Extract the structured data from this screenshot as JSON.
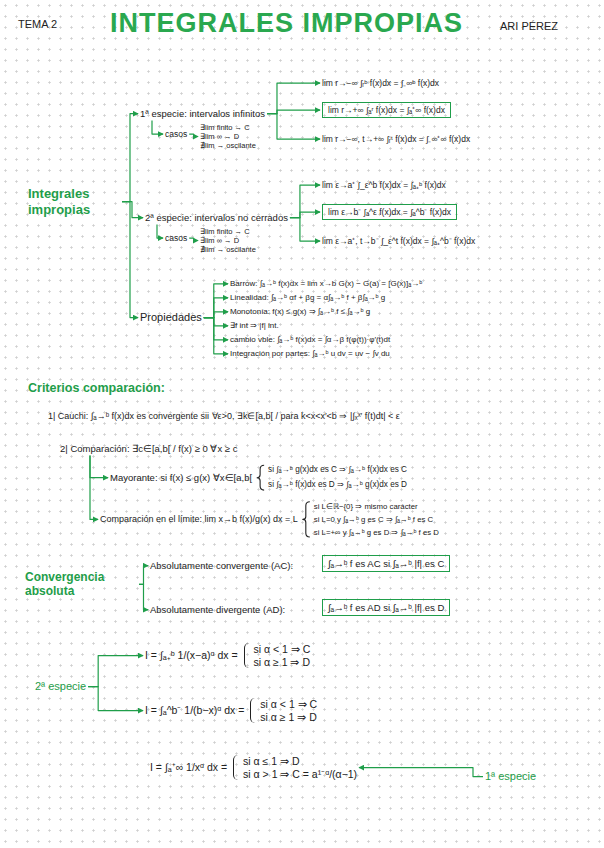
{
  "diagram": {
    "title": "INTEGRALES IMPROPIAS",
    "nodes": [
      {
        "text": [
          "Integrales impropias"
        ]
      },
      {
        "text": [
          "1ª especie: intervalos infinitos"
        ]
      },
      {
        "text": [
          "lim r→−∞ ∫ᵣᵇ f(x)dx = ∫₋∞ᵇ f(x)dx"
        ]
      },
      {
        "text": [
          "lim r→+∞ ∫ₐʳ f(x)dx = ∫ₐ⁺∞ f(x)dx"
        ]
      },
      {
        "text": [
          "lim r→−∞, t→+∞ ∫ᵣᵗ f(x)dx = ∫₋∞⁺∞ f(x)dx"
        ]
      },
      {
        "text": [
          "casos"
        ]
      },
      {
        "text": [
          "∃lim finito → C",
          "∃lim ∞ → D",
          "∄lim → oscilante"
        ]
      },
      {
        "text": [
          "2ª especie: intervalos no cerrados"
        ]
      },
      {
        "text": [
          "lim ε→a⁺ ∫_ε^b f(x)dx = ∫ₐ₊ᵇ f(x)dx"
        ]
      },
      {
        "text": [
          "lim ε→b⁻ ∫ₐ^ε f(x)dx = ∫ₐ^b⁻ f(x)dx"
        ]
      },
      {
        "text": [
          "lim ε→a⁺, t→b⁻ ∫_ε^t f(x)dx = ∫ₐ₊^b⁻ f(x)dx"
        ]
      },
      {
        "text": [
          "casos"
        ]
      },
      {
        "text": [
          "∃lim finito → C",
          "∃lim ∞ → D",
          "∄lim → oscilante"
        ]
      },
      {
        "text": [
          "Propiedades"
        ]
      },
      {
        "text": [
          "Barrow: ∫ₐ→ᵇ f(x)dx = lim x→b G(x) − G(a) = [G(x)]ₐ→ᵇ"
        ]
      },
      {
        "text": [
          "Linealidad: ∫ₐ→ᵇ αf + βg = α∫ₐ→ᵇ f + β∫ₐ→ᵇ g"
        ]
      },
      {
        "text": [
          "Monotonía: f(x) ≤ g(x) ⇒ ∫ₐ→ᵇ f ≤ ∫ₐ→ᵇ g"
        ]
      },
      {
        "text": [
          "∃f int ⇒ |f| int."
        ]
      },
      {
        "text": [
          "cambio vble: ∫ₐ→ᵇ f(x)dx = ∫α→β f(φ(t))·φ′(t)dt"
        ]
      },
      {
        "text": [
          "Integración por partes: ∫ₐ→ᵇ u dv = uv − ∫v du"
        ]
      },
      {
        "text": [
          "2| Comparación: ∃c∈[a,b[ / f(x) ≥ 0 ∀x ≥ c"
        ]
      },
      {
        "text": [
          "Mayorante: si f(x) ≤ g(x) ∀x∈[a,b["
        ]
      },
      {
        "text": [
          "Comparación en el límite: lim x→b f(x)/g(x) dx = L"
        ]
      },
      {
        "text": [
          "Convergencia absoluta"
        ]
      },
      {
        "text": [
          "Absolutamente convergente (AC):"
        ]
      },
      {
        "text": [
          "∫ₐ→ᵇ f es AC si ∫ₐ→ᵇ |f| es C"
        ]
      },
      {
        "text": [
          "Absolutamente divergente (AD):"
        ]
      },
      {
        "text": [
          "∫ₐ→ᵇ f es AD si ∫ₐ→ᵇ |f| es D"
        ]
      },
      {
        "text": [
          "I = ∫ₐ₊ᵇ 1/(x−a)ᵅ dx =",
          "si α < 1 ⇒ C",
          "si α ≥ 1 ⇒ D"
        ]
      },
      {
        "text": [
          "I = ∫ₐ^b⁻ 1/(b−x)ᵅ dx =",
          "si α < 1 ⇒ C",
          "si α ≥ 1 ⇒ D"
        ]
      },
      {
        "text": [
          "I = ∫ₐ⁺∞ 1/xᵅ dx =",
          "si α ≤ 1 ⇒ D",
          "si α > 1 ⇒ C = a¹⁻ᵅ/(α−1)"
        ]
      },
      {
        "text": [
          "2ª especie"
        ]
      },
      {
        "text": [
          "1ª especie"
        ]
      }
    ],
    "edges": [
      {
        "from": 0,
        "to": 1,
        "arrow": "to"
      },
      {
        "from": 0,
        "to": 7,
        "arrow": "to"
      },
      {
        "from": 0,
        "to": 13,
        "arrow": "to"
      },
      {
        "from": 1,
        "to": 2,
        "arrow": "to"
      },
      {
        "from": 1,
        "to": 3,
        "arrow": "to"
      },
      {
        "from": 1,
        "to": 4,
        "arrow": "to"
      },
      {
        "from": 1,
        "to": 5,
        "arrow": "to"
      },
      {
        "from": 5,
        "to": 6,
        "arrow": "to"
      },
      {
        "from": 7,
        "to": 8,
        "arrow": "to"
      },
      {
        "from": 7,
        "to": 9,
        "arrow": "to"
      },
      {
        "from": 7,
        "to": 10,
        "arrow": "to"
      },
      {
        "from": 7,
        "to": 11,
        "arrow": "to"
      },
      {
        "from": 11,
        "to": 12,
        "arrow": "to"
      },
      {
        "from": 13,
        "to": 14,
        "arrow": "to"
      },
      {
        "from": 13,
        "to": 15,
        "arrow": "to"
      },
      {
        "from": 13,
        "to": 16,
        "arrow": "to"
      },
      {
        "from": 13,
        "to": 17,
        "arrow": "to"
      },
      {
        "from": 13,
        "to": 18,
        "arrow": "to"
      },
      {
        "from": 13,
        "to": 19,
        "arrow": "to"
      },
      {
        "from": 20,
        "to": 21,
        "arrow": "to"
      },
      {
        "from": 20,
        "to": 22,
        "arrow": "to"
      },
      {
        "from": 23,
        "to": 24,
        "arrow": "to"
      },
      {
        "from": 23,
        "to": 26,
        "arrow": "to"
      },
      {
        "from": 31,
        "to": 28,
        "arrow": "to"
      },
      {
        "from": 31,
        "to": 29,
        "arrow": "to"
      },
      {
        "from": 32,
        "to": 30,
        "arrow": "to"
      }
    ],
    "labels": [
      "TEMA 2",
      "ARI PÉREZ",
      "Criterios comparación:",
      "1| Cauchi: ∫ₐ→ᵇ f(x)dx es convergente sii ∀ε>0, ∃k∈[a,b[ / para k<x<x′<b ⇒ |∫ₓˣ′ f(t)dt| < ε",
      "si ∫ₐ→ᵇ g(x)dx es C ⇒ ∫ₐ→ᵇ f(x)dx es C",
      "si ∫ₐ→ᵇ f(x)dx es D ⇒ ∫ₐ→ᵇ g(x)dx es D",
      "si L∈ℝ−{0} ⇒ mismo carácter",
      "si L=0 y ∫ₐ→ᵇ g es C ⇒ ∫ₐ→ᵇ f es C",
      "si L=+∞ y ∫ₐ→ᵇ g es D ⇒ ∫ₐ→ᵇ f es D"
    ]
  }
}
